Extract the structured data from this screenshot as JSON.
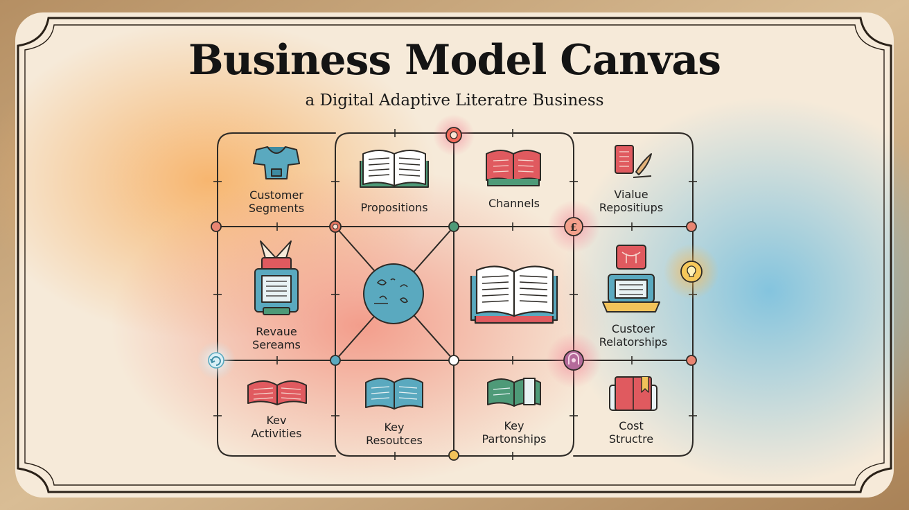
{
  "title": "Business Model Canvas",
  "subtitle": "a Digital Adaptive Literatre Business",
  "blocks": {
    "customer_segments": "Customer\nSegments",
    "propositions": "Propositions",
    "channels": "Channels",
    "value_propositions": "Vialue\nRepositiups",
    "revenue_streams": "Revaue\nSereams",
    "customer_relationships": "Custoer\nRelatorships",
    "key_activities": "Kev\nActivities",
    "key_resources": "Key\nResoutces",
    "key_partnerships": "Key\nPartonships",
    "cost_structure": "Cost\nStructre"
  },
  "colors": {
    "frame": "#2a2118",
    "line": "#2d2a26",
    "teal": "#5aa9bf",
    "red": "#e05a5f",
    "green": "#4e9a78",
    "paper": "#f6ead9"
  },
  "icons": [
    "shirt-icon",
    "open-book-icon",
    "red-book-icon",
    "scroll-quill-icon",
    "book-stack-icon",
    "globe-icon",
    "large-open-book-icon",
    "laptop-icon",
    "red-open-book-icon",
    "teal-open-book-icon",
    "green-book-icon",
    "red-notebook-icon",
    "pound-node-icon",
    "lightbulb-node-icon",
    "refresh-node-icon",
    "target-node-icon"
  ]
}
